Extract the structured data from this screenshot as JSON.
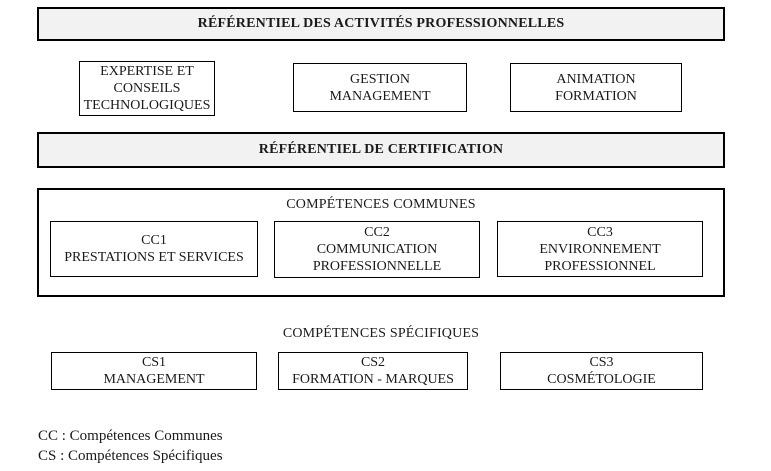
{
  "colors": {
    "background": "#ffffff",
    "border": "#000000",
    "header_fill": "#f2f2f2",
    "text": "#1a1a1a"
  },
  "diagram": {
    "rap_header": "RÉFÉRENTIEL DES ACTIVITÉS PROFESSIONNELLES",
    "rap_boxes": [
      {
        "lines": [
          "EXPERTISE ET",
          "CONSEILS",
          "TECHNOLOGIQUES"
        ]
      },
      {
        "lines": [
          "GESTION",
          "MANAGEMENT"
        ]
      },
      {
        "lines": [
          "ANIMATION",
          "FORMATION"
        ]
      }
    ],
    "certification_header": "RÉFÉRENTIEL DE CERTIFICATION",
    "common_section": {
      "title": "COMPÉTENCES COMMUNES",
      "boxes": [
        {
          "code": "CC1",
          "lines": [
            "PRESTATIONS ET SERVICES"
          ]
        },
        {
          "code": "CC2",
          "lines": [
            "COMMUNICATION",
            "PROFESSIONNELLE"
          ]
        },
        {
          "code": "CC3",
          "lines": [
            "ENVIRONNEMENT",
            "PROFESSIONNEL"
          ]
        }
      ]
    },
    "specific_section": {
      "title": "COMPÉTENCES SPÉCIFIQUES",
      "boxes": [
        {
          "code": "CS1",
          "lines": [
            "MANAGEMENT"
          ]
        },
        {
          "code": "CS2",
          "lines": [
            "FORMATION - MARQUES"
          ]
        },
        {
          "code": "CS3",
          "lines": [
            "COSMÉTOLOGIE"
          ]
        }
      ]
    },
    "legend": {
      "cc_line": "CC : Compétences Communes",
      "cs_line": "CS : Compétences Spécifiques"
    }
  }
}
